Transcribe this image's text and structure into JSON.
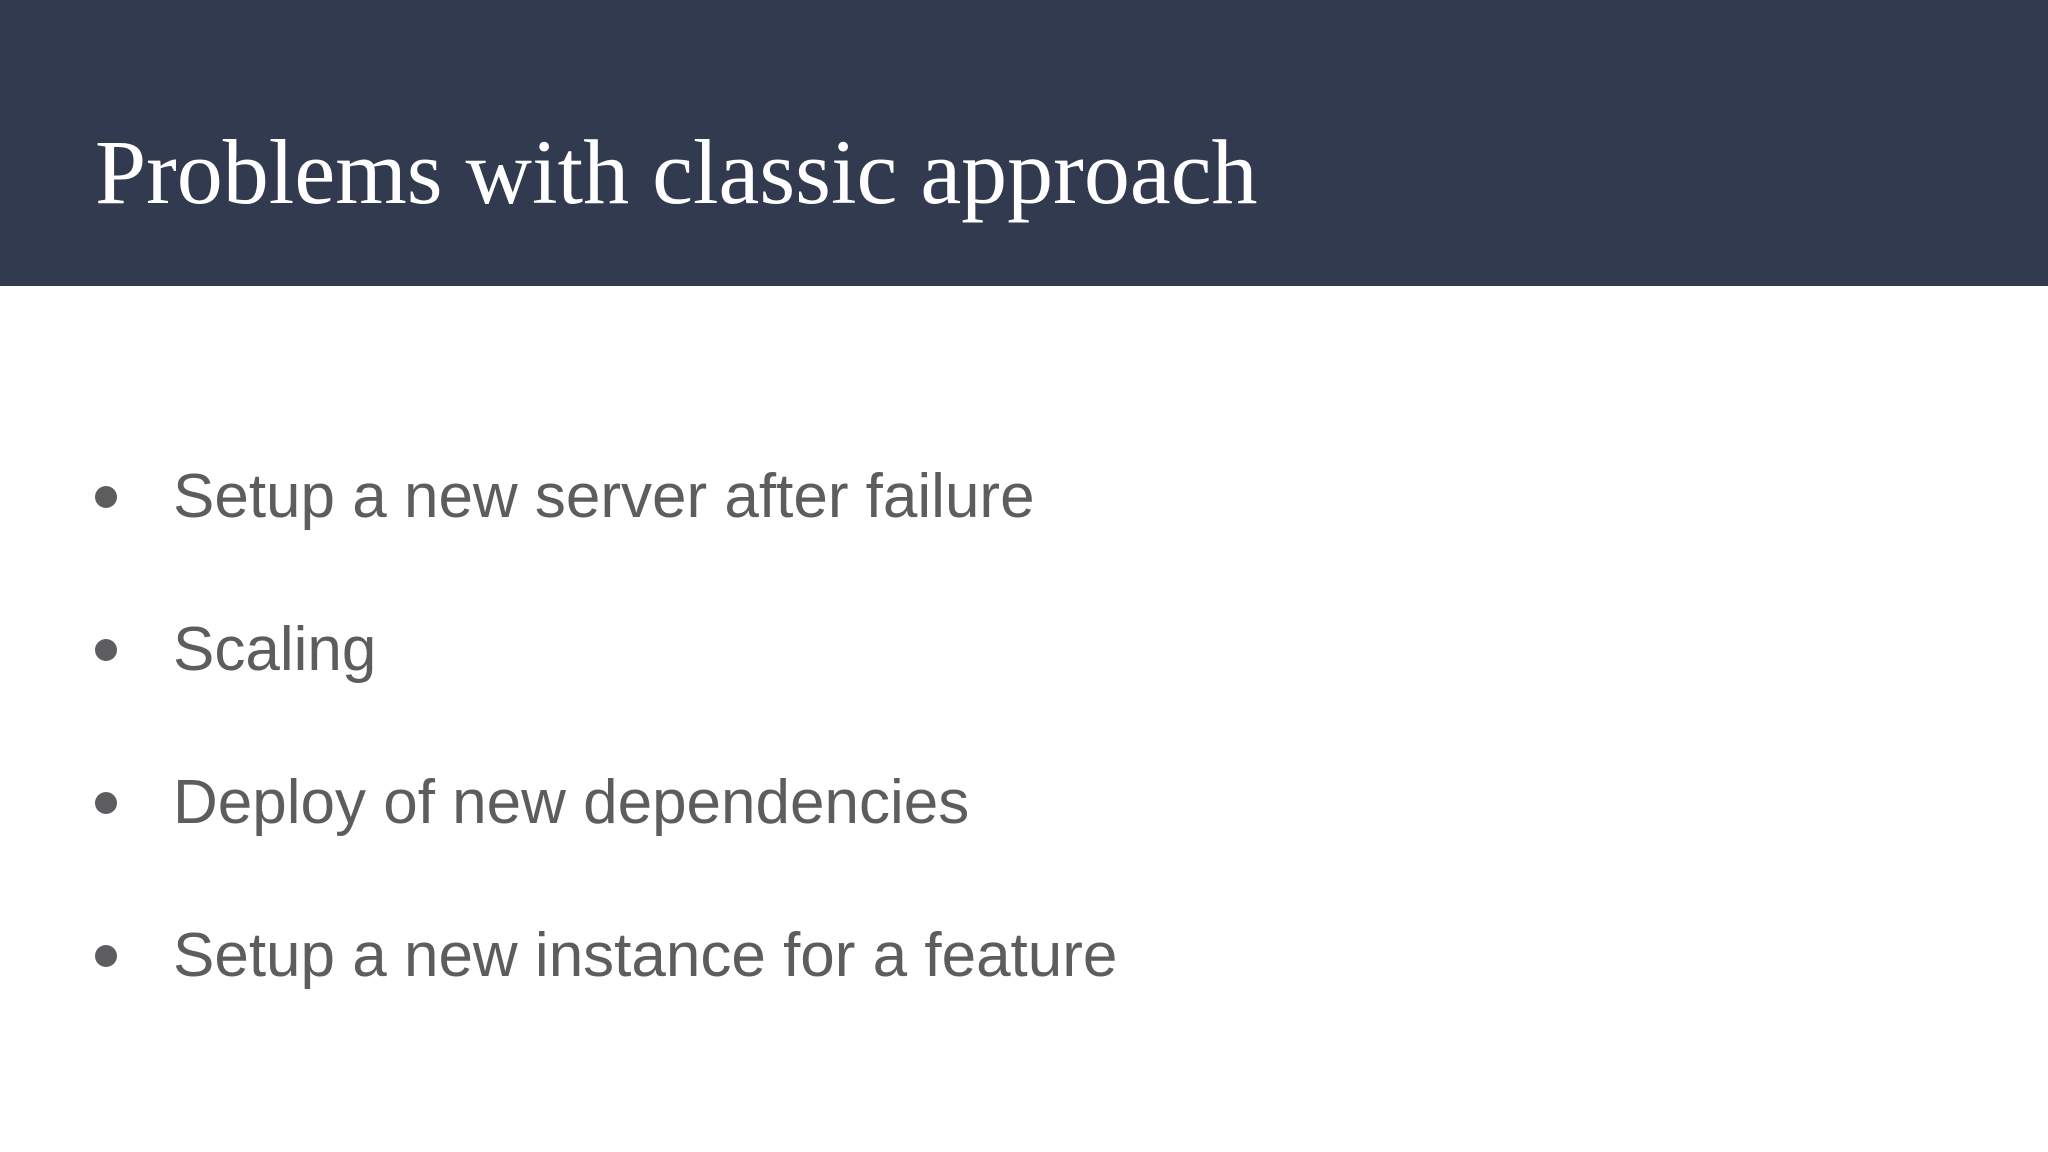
{
  "slide": {
    "header": {
      "title": "Problems with classic approach",
      "background_color": "#323a4f",
      "title_color": "#ffffff"
    },
    "body": {
      "background_color": "#ffffff",
      "text_color": "#5d5d60",
      "bullet_color": "#5d5d60",
      "bullets": [
        {
          "label": "Setup a new server after failure"
        },
        {
          "label": "Scaling"
        },
        {
          "label": "Deploy of new dependencies"
        },
        {
          "label": "Setup a new instance for a feature"
        }
      ]
    }
  }
}
